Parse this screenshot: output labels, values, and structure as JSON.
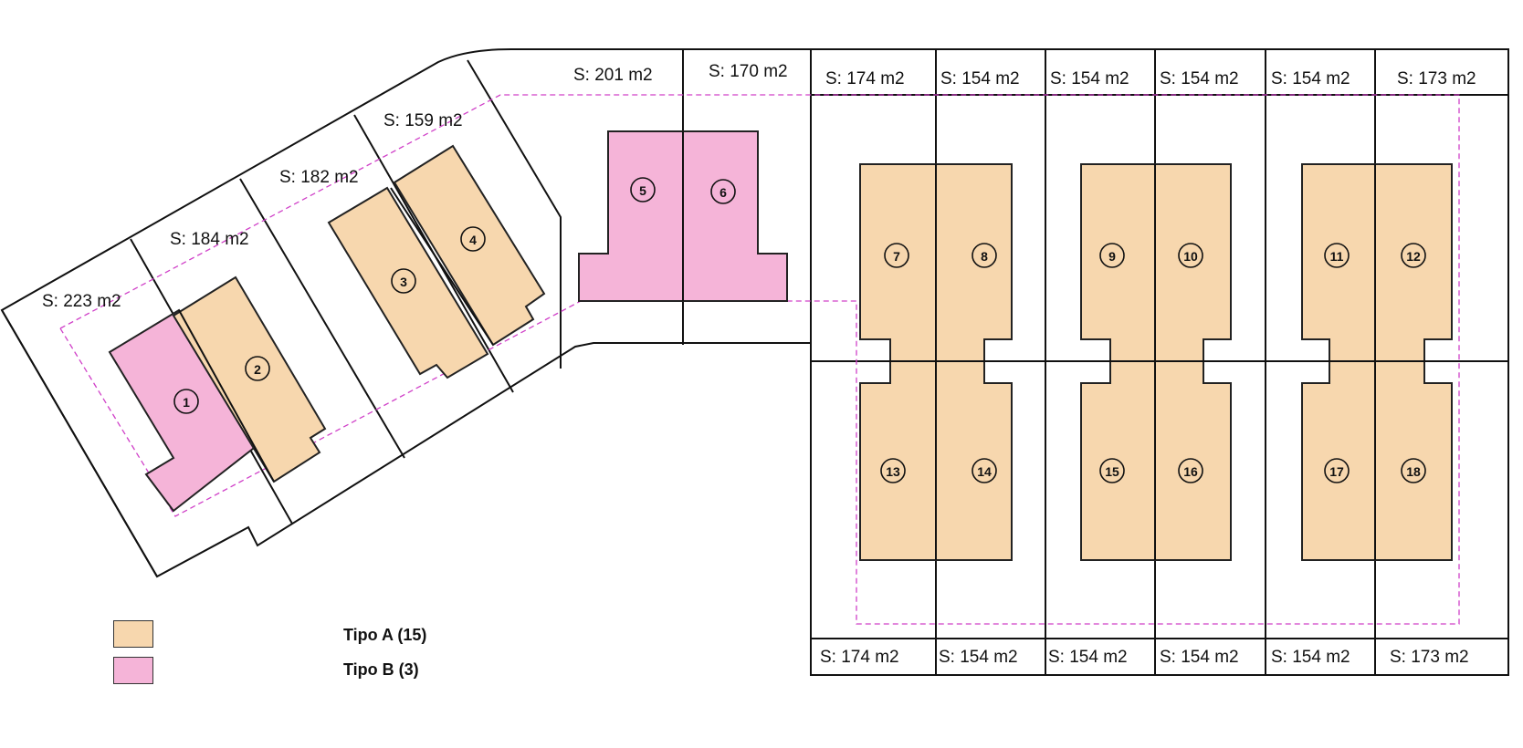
{
  "colors": {
    "tipo_a": "#f7d7ae",
    "tipo_b": "#f5b4d8",
    "boundary": "#d040c8",
    "lines": "#111111"
  },
  "plots": {
    "top_areas": [
      "S: 223 m2",
      "S: 184 m2",
      "S: 182 m2",
      "S: 159 m2",
      "S: 201 m2",
      "S: 170 m2",
      "S: 174 m2",
      "S: 154 m2",
      "S: 154 m2",
      "S: 154 m2",
      "S: 154 m2",
      "S: 173 m2"
    ],
    "bottom_areas": [
      "S: 174 m2",
      "S: 154 m2",
      "S: 154 m2",
      "S: 154 m2",
      "S: 154 m2",
      "S: 173 m2"
    ]
  },
  "houses": [
    {
      "number": "1",
      "type": "B"
    },
    {
      "number": "2",
      "type": "A"
    },
    {
      "number": "3",
      "type": "A"
    },
    {
      "number": "4",
      "type": "A"
    },
    {
      "number": "5",
      "type": "B"
    },
    {
      "number": "6",
      "type": "B"
    },
    {
      "number": "7",
      "type": "A"
    },
    {
      "number": "8",
      "type": "A"
    },
    {
      "number": "9",
      "type": "A"
    },
    {
      "number": "10",
      "type": "A"
    },
    {
      "number": "11",
      "type": "A"
    },
    {
      "number": "12",
      "type": "A"
    },
    {
      "number": "13",
      "type": "A"
    },
    {
      "number": "14",
      "type": "A"
    },
    {
      "number": "15",
      "type": "A"
    },
    {
      "number": "16",
      "type": "A"
    },
    {
      "number": "17",
      "type": "A"
    },
    {
      "number": "18",
      "type": "A"
    }
  ],
  "legend": {
    "tipo_a": "Tipo A (15)",
    "tipo_b": "Tipo B (3)"
  }
}
